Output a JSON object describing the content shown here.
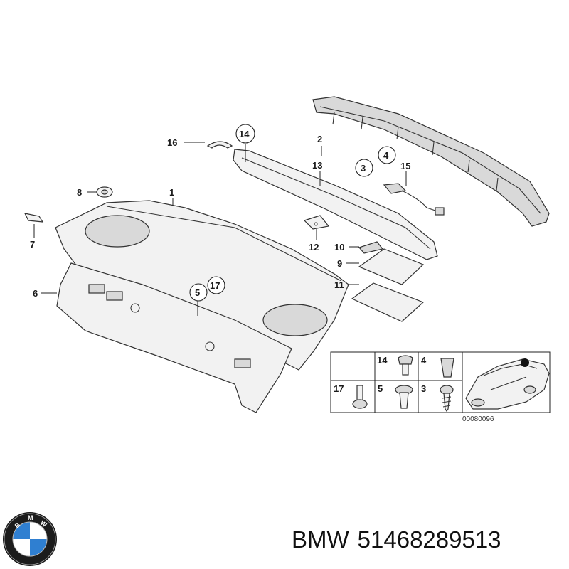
{
  "diagram": {
    "callouts": {
      "c1": "1",
      "c2": "2",
      "c3": "3",
      "c4": "4",
      "c5": "5",
      "c6": "6",
      "c7": "7",
      "c8": "8",
      "c9": "9",
      "c10": "10",
      "c11": "11",
      "c12": "12",
      "c13": "13",
      "c14": "14",
      "c15": "15",
      "c16": "16",
      "c17": "17"
    },
    "inset": {
      "labels": {
        "i14": "14",
        "i4": "4",
        "i17": "17",
        "i5": "5",
        "i3": "3"
      },
      "reference": "00080096"
    }
  },
  "footer": {
    "brand": "BMW",
    "part_number": "51468289513"
  },
  "colors": {
    "logo_blue": "#2f7fd1",
    "logo_ring": "#1c1c1c"
  }
}
